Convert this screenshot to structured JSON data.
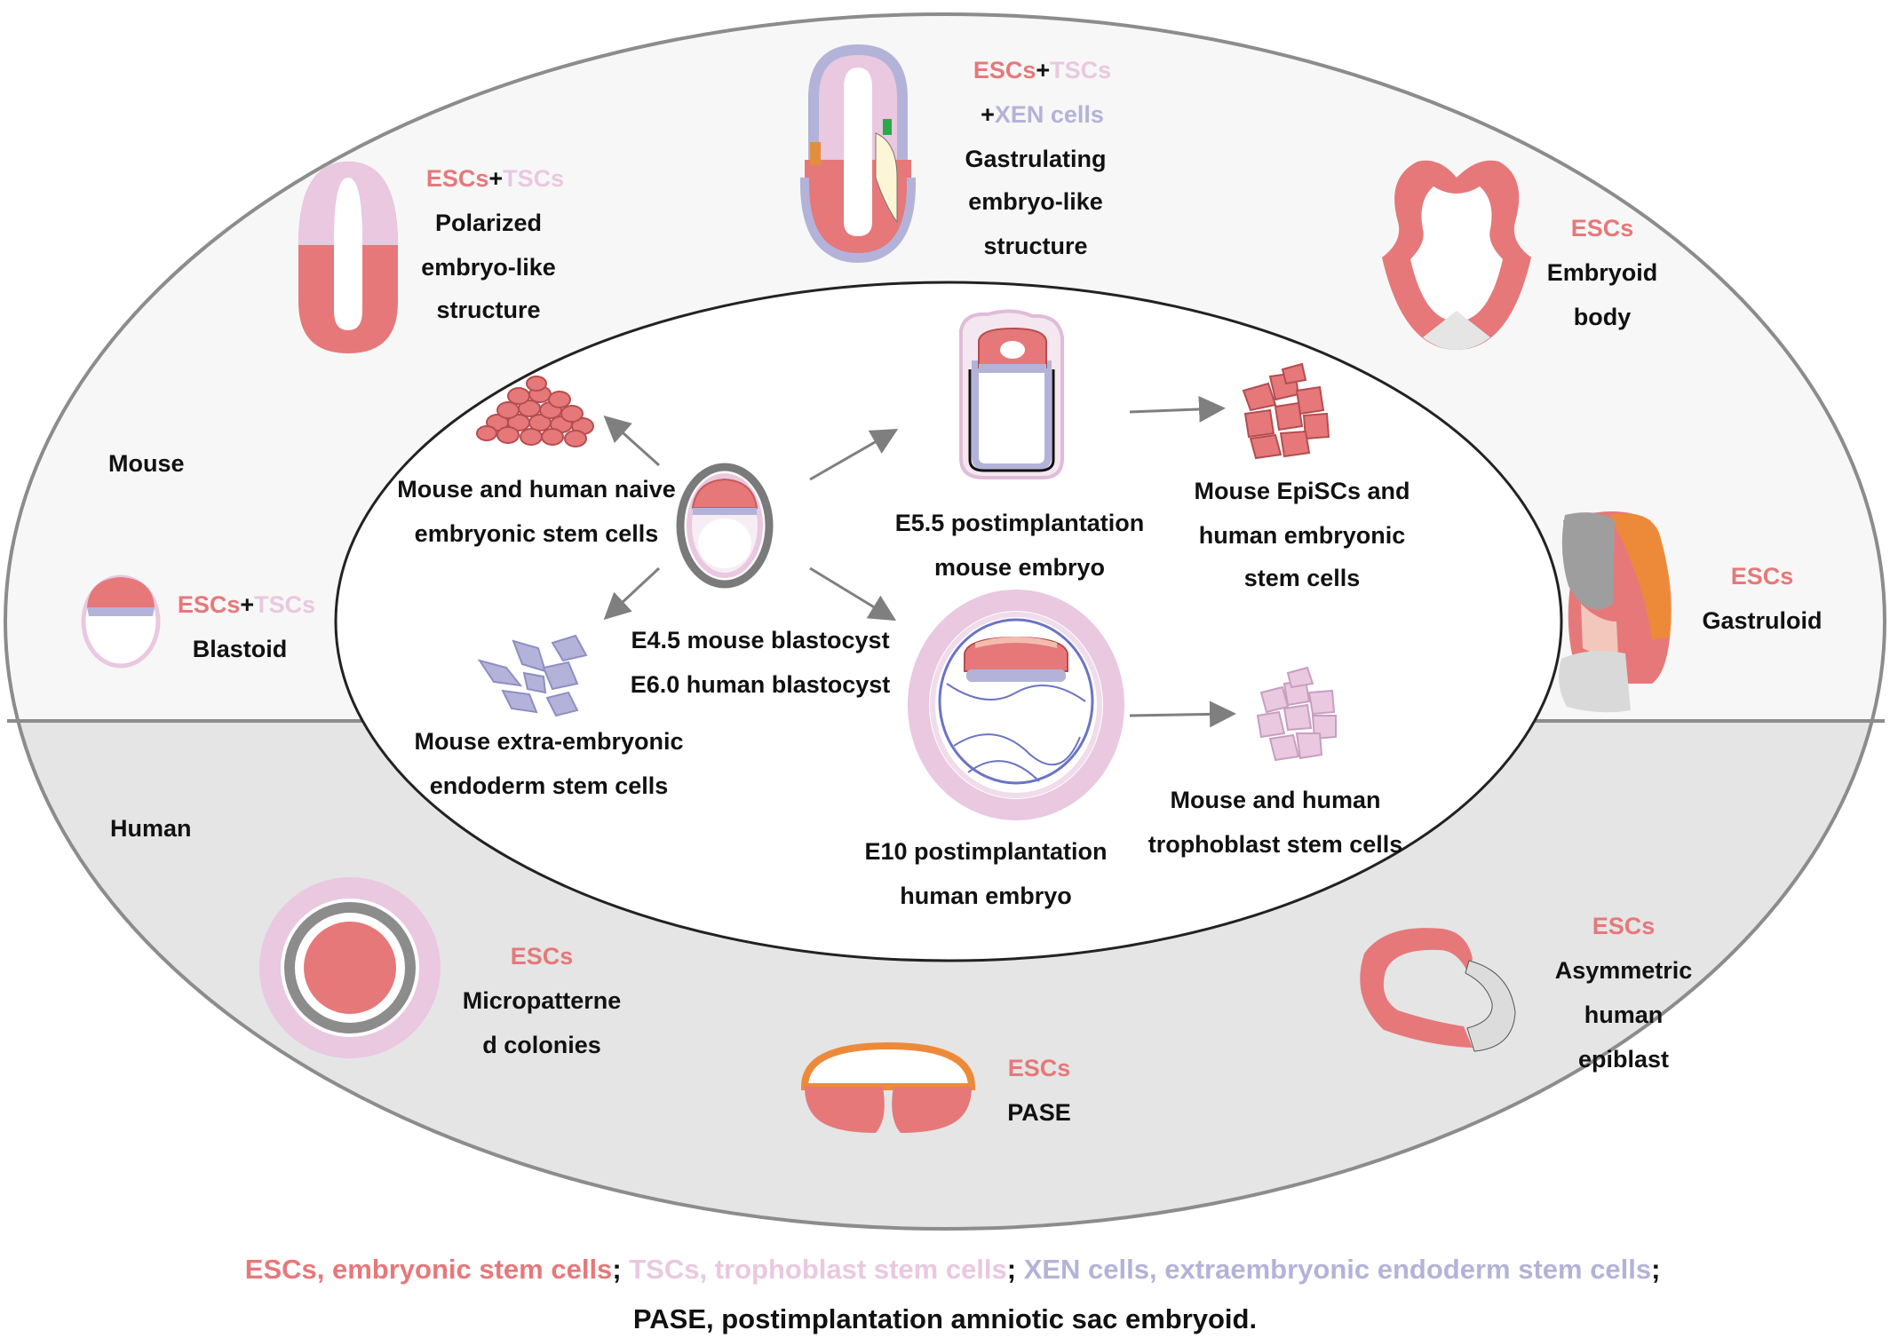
{
  "colors": {
    "esc": "#e6787a",
    "tsc": "#e9c8e0",
    "xen": "#b3b3d9",
    "mouse_region": "#f7f7f7",
    "human_region": "#e5e5e5",
    "divider": "#8c8c8c",
    "arrow": "#7f7f7f"
  },
  "regions": {
    "mouse": "Mouse",
    "human": "Human"
  },
  "center": {
    "blastocyst_line1": "E4.5 mouse blastocyst",
    "blastocyst_line2": "E6.0 human blastocyst",
    "naive_line1": "Mouse and human naive",
    "naive_line2": "embryonic stem cells",
    "xen_line1": "Mouse extra-embryonic",
    "xen_line2": "endoderm stem cells",
    "e55_line1": "E5.5 postimplantation",
    "e55_line2": "mouse embryo",
    "epi_line1": "Mouse EpiSCs and",
    "epi_line2": "human embryonic",
    "epi_line3": "stem cells",
    "e10_line1": "E10 postimplantation",
    "e10_line2": "human embryo",
    "tsc_line1": "Mouse and human",
    "tsc_line2": "trophoblast stem cells"
  },
  "mouse_models": {
    "polarized": {
      "esc": "ESCs",
      "plus": "+",
      "tsc": "TSCs",
      "line1": "Polarized",
      "line2": "embryo-like",
      "line3": "structure"
    },
    "gastrulating": {
      "esc": "ESCs",
      "plus1": "+",
      "tsc": "TSCs",
      "plus2": "+",
      "xen": "XEN cells",
      "line1": "Gastrulating",
      "line2": "embryo-like",
      "line3": "structure"
    },
    "embryoid": {
      "esc": "ESCs",
      "line1": "Embryoid",
      "line2": "body"
    },
    "blastoid": {
      "esc": "ESCs",
      "plus": "+",
      "tsc": "TSCs",
      "line1": "Blastoid"
    },
    "gastruloid": {
      "esc": "ESCs",
      "line1": "Gastruloid"
    }
  },
  "human_models": {
    "micropatterned": {
      "esc": "ESCs",
      "line1": "Micropatterne",
      "line2": "d colonies"
    },
    "pase": {
      "esc": "ESCs",
      "line1": "PASE"
    },
    "asymmetric": {
      "esc": "ESCs",
      "line1": "Asymmetric",
      "line2": "human",
      "line3": "epiblast"
    }
  },
  "legend": {
    "esc_abbr": "ESCs",
    "esc_sep": ", ",
    "esc_full": "embryonic stem cells",
    "sep1": "; ",
    "tsc_abbr": "TSCs",
    "tsc_sep": ", ",
    "tsc_full": "trophoblast stem cells",
    "sep2": "; ",
    "xen_abbr": "XEN cells",
    "xen_sep": ", ",
    "xen_full": "extraembryonic endoderm stem cells",
    "sep3": ";",
    "pase_line": "PASE, postimplantation amniotic sac embryoid."
  }
}
